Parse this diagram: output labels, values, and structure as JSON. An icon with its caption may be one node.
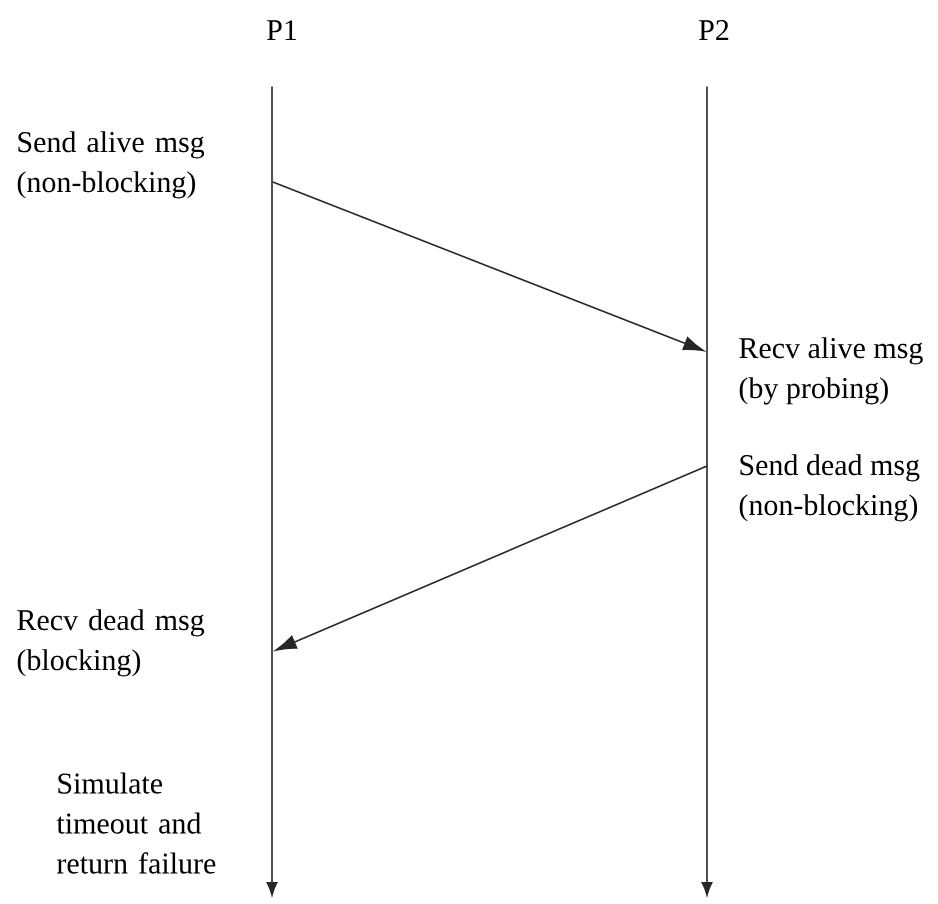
{
  "diagram": {
    "nodes": [
      {
        "text": [
          "P1"
        ]
      },
      {
        "text": [
          "P2"
        ]
      },
      {
        "text": [
          "Send alive msg (non-blocking)"
        ]
      },
      {
        "text": [
          "Recv alive msg (by probing)"
        ]
      },
      {
        "text": [
          "Send dead msg (non-blocking)"
        ]
      },
      {
        "text": [
          "Recv dead msg (blocking)"
        ]
      }
    ],
    "edges": [
      {
        "from": 0,
        "to": null,
        "arrow": "to"
      },
      {
        "from": 1,
        "to": null,
        "arrow": "to"
      },
      {
        "from": 2,
        "to": 3,
        "arrow": "to"
      },
      {
        "from": 4,
        "to": 5,
        "arrow": "to"
      }
    ],
    "labels": [
      "Simulate timeout and return failure"
    ]
  }
}
